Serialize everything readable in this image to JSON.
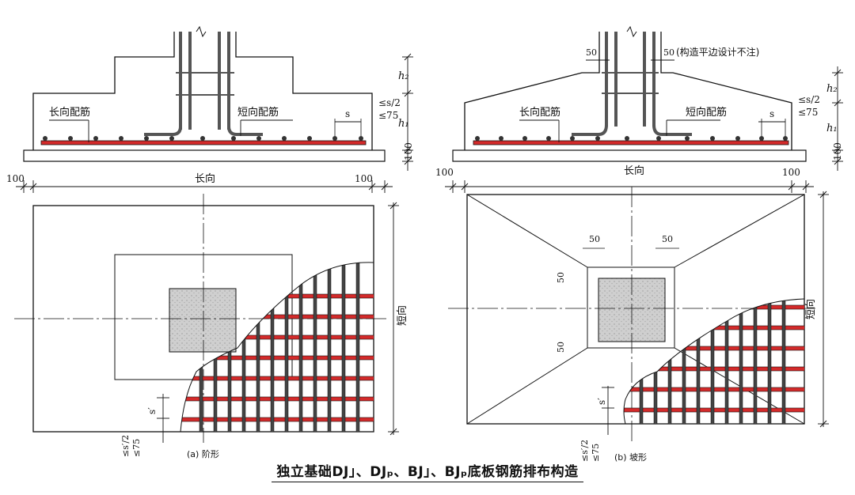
{
  "title": "独立基础DJ」、DJₚ、BJ」、BJₚ底板钢筋排布构造",
  "labels": {
    "long_rebar": "长向配筋",
    "short_rebar": "短向配筋",
    "long_dir": "长向",
    "short_dir": "短向",
    "h1": "h₁",
    "h2": "h₂",
    "s": "s",
    "s_prime": "s′",
    "le_s_half": "≤s/2",
    "le_75": "≤75",
    "le_s_prime_half": "≤s′/2",
    "d100": "100",
    "d50": "50",
    "note_slope": "(构造平边设计不注)",
    "caption_a": "(a) 阶形",
    "caption_b": "(b) 坡形"
  },
  "colors": {
    "rebar": "#d42a2a",
    "line": "#111111",
    "column": "#cfcfcf"
  }
}
